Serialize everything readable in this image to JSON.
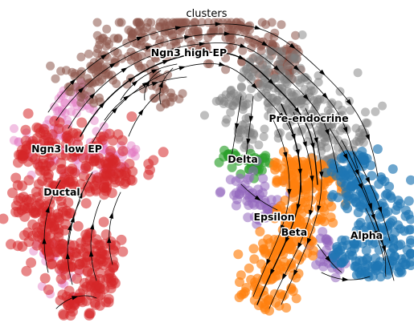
{
  "chart_data": {
    "type": "scatter",
    "title": "clusters",
    "subtype": "UMAP embedding with RNA velocity streamlines",
    "axes_visible": false,
    "grid": false,
    "legend": "on data",
    "clusters": [
      {
        "name": "Ductal",
        "color": "#d62728"
      },
      {
        "name": "Ngn3 low EP",
        "color": "#e377c2"
      },
      {
        "name": "Ngn3 high EP",
        "color": "#8c564b"
      },
      {
        "name": "Pre-endocrine",
        "color": "#7f7f7f"
      },
      {
        "name": "Delta",
        "color": "#2ca02c"
      },
      {
        "name": "Epsilon",
        "color": "#9467bd"
      },
      {
        "name": "Beta",
        "color": "#ff7f0e"
      },
      {
        "name": "Alpha",
        "color": "#1f77b4"
      }
    ]
  }
}
